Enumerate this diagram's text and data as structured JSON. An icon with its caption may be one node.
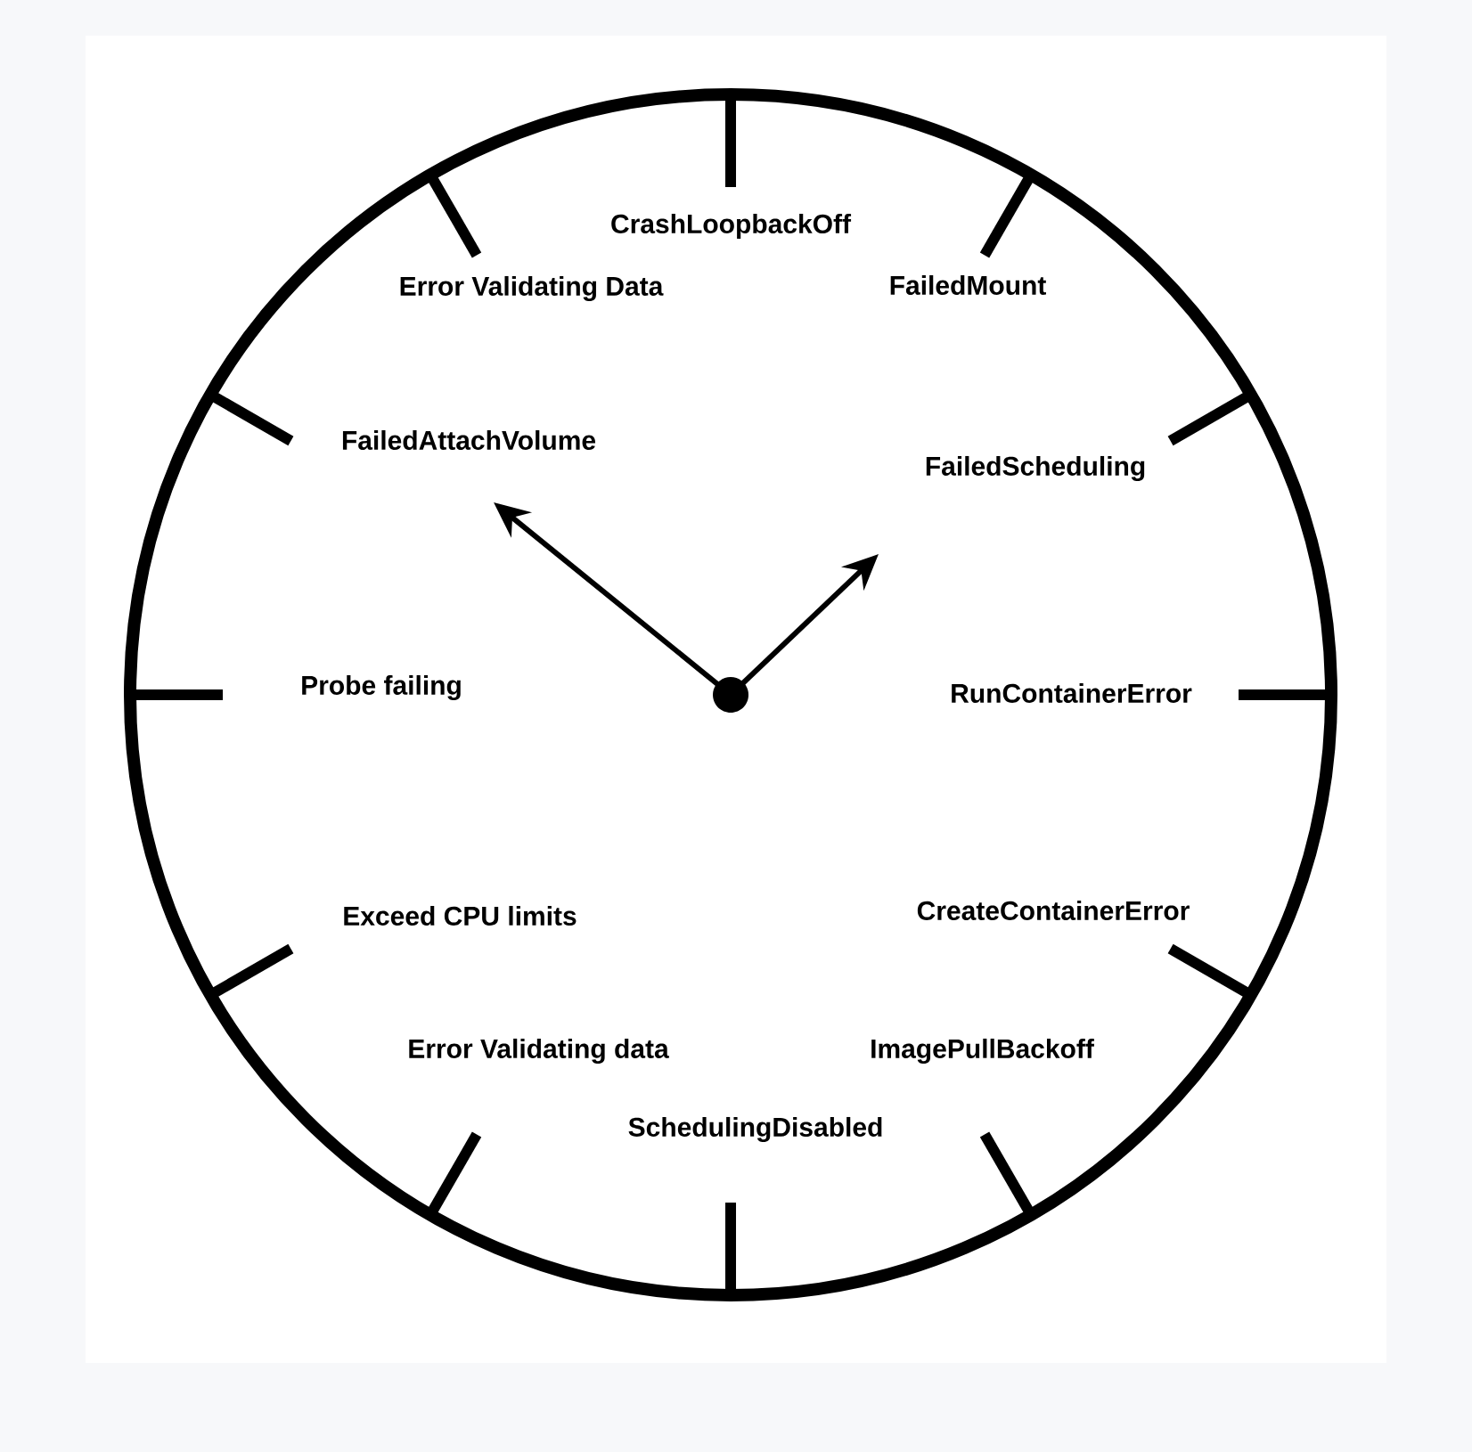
{
  "diagram": {
    "labels": [
      "CrashLoopbackOff",
      "Error Validating Data",
      "FailedMount",
      "FailedAttachVolume",
      "FailedScheduling",
      "Probe failing",
      "RunContainerError",
      "Exceed CPU limits",
      "CreateContainerError",
      "Error Validating data",
      "ImagePullBackoff",
      "SchedulingDisabled"
    ]
  }
}
